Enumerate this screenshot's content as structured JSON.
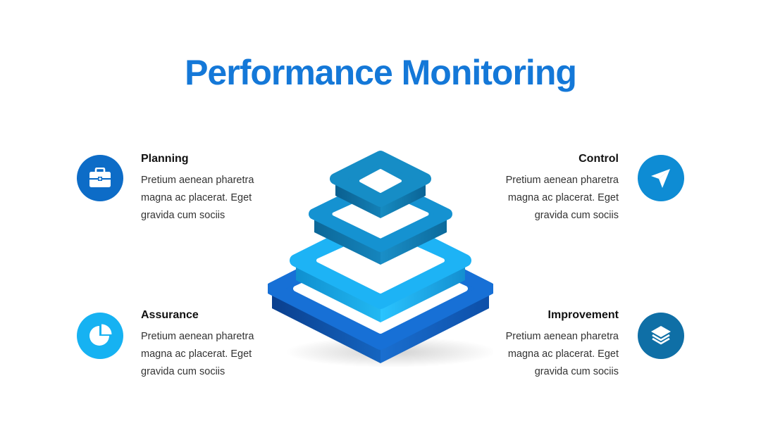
{
  "title": "Performance Monitoring",
  "colors": {
    "title": "#1478d8",
    "planning": "#0d6cc7",
    "control": "#0e8cd4",
    "assurance": "#16b2f2",
    "improvement": "#0f6fa6"
  },
  "items": [
    {
      "title": "Planning",
      "body": "Pretium aenean pharetra magna ac placerat. Eget gravida cum sociis",
      "icon": "briefcase-icon"
    },
    {
      "title": "Control",
      "body": "Pretium aenean pharetra magna ac placerat. Eget gravida cum sociis",
      "icon": "paper-plane-icon"
    },
    {
      "title": "Assurance",
      "body": "Pretium aenean pharetra magna ac placerat. Eget gravida cum sociis",
      "icon": "pie-chart-icon"
    },
    {
      "title": "Improvement",
      "body": "Pretium aenean pharetra magna ac placerat. Eget gravida cum sociis",
      "icon": "layers-icon"
    }
  ]
}
